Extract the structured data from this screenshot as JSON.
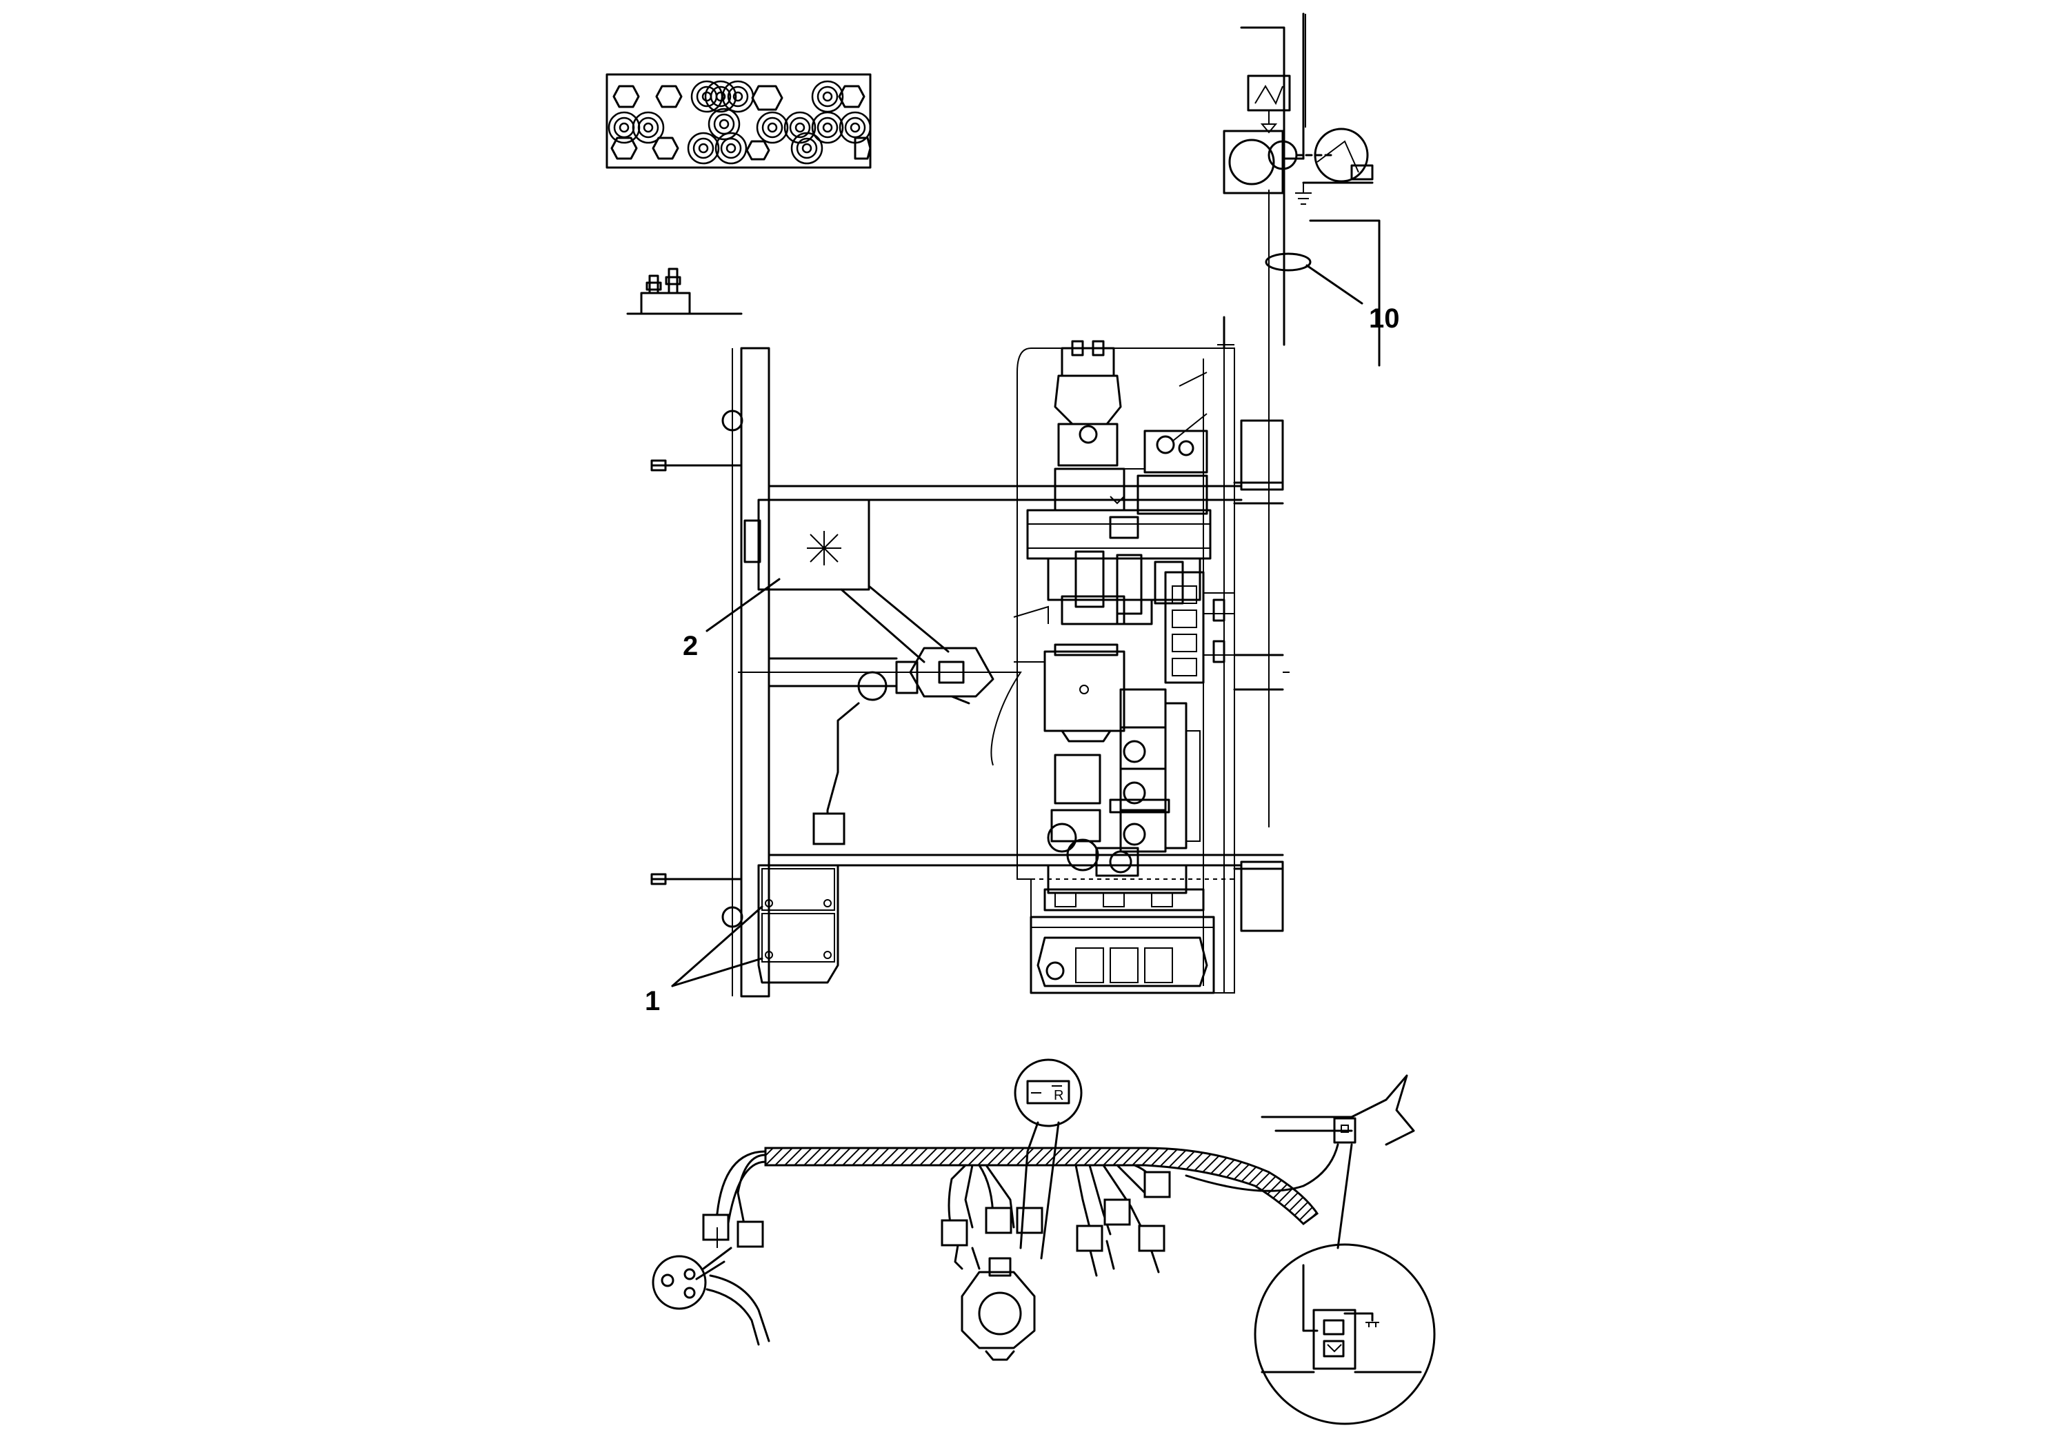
{
  "callouts": {
    "c1": "1",
    "c2": "2",
    "c10": "10"
  },
  "detail_label": "R",
  "colors": {
    "line": "#000000",
    "background": "#ffffff"
  },
  "icons": [
    "relay-block-icon",
    "circuit-breaker-icon",
    "connector-icon",
    "alternator-icon",
    "starter-motor-icon",
    "battery-switch-icon",
    "relay-icon"
  ]
}
